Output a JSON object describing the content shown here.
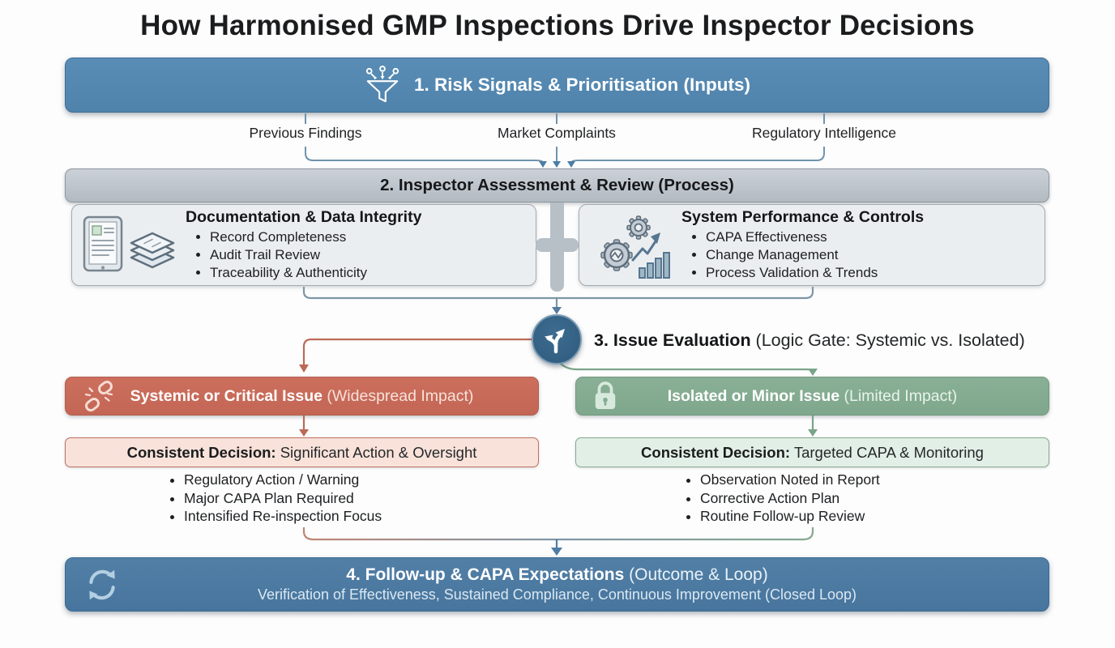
{
  "title": "How Harmonised GMP Inspections Drive Inspector Decisions",
  "colors": {
    "stage_blue": "#5389b2",
    "process_gray": "#bac2ca",
    "gate_navy": "#33617f",
    "systemic_red": "#c96b59",
    "systemic_light": "#f8e2da",
    "isolated_green": "#84ac91",
    "isolated_light": "#e2efe6",
    "loop_blue": "#4c7ea6",
    "connector_slate": "#7e96a6"
  },
  "icons": {
    "stage1": "funnel-icon",
    "stage2_left": "tablet-documents-icon",
    "stage2_right": "gears-growth-chart-icon",
    "stage3": "fork-arrows-icon",
    "systemic": "broken-chain-icon",
    "isolated": "padlock-icon",
    "stage4": "refresh-loop-icon"
  },
  "stage1": {
    "label": "1. Risk Signals & Prioritisation (Inputs)",
    "inputs": [
      "Previous Findings",
      "Market Complaints",
      "Regulatory Intelligence"
    ]
  },
  "stage2": {
    "label": "2. Inspector Assessment & Review (Process)",
    "left": {
      "title": "Documentation & Data Integrity",
      "bullets": [
        "Record Completeness",
        "Audit Trail Review",
        "Traceability & Authenticity"
      ]
    },
    "right": {
      "title": "System Performance & Controls",
      "bullets": [
        "CAPA Effectiveness",
        "Change Management",
        "Process Validation & Trends"
      ]
    }
  },
  "stage3": {
    "label_bold": "3. Issue Evaluation",
    "label_rest": " (Logic Gate: Systemic vs. Isolated)"
  },
  "branch_systemic": {
    "title_bold": "Systemic or Critical Issue",
    "title_rest": " (Widespread Impact)",
    "decision_bold": "Consistent Decision:",
    "decision_rest": " Significant Action & Oversight",
    "bullets": [
      "Regulatory Action / Warning",
      "Major CAPA Plan Required",
      "Intensified Re-inspection Focus"
    ]
  },
  "branch_isolated": {
    "title_bold": "Isolated or Minor Issue",
    "title_rest": " (Limited Impact)",
    "decision_bold": "Consistent Decision:",
    "decision_rest": " Targeted CAPA & Monitoring",
    "bullets": [
      "Observation Noted in Report",
      "Corrective Action Plan",
      "Routine Follow-up Review"
    ]
  },
  "stage4": {
    "line1_bold": "4. Follow-up & CAPA Expectations",
    "line1_rest": " (Outcome & Loop)",
    "line2": "Verification of Effectiveness, Sustained Compliance, Continuous Improvement (Closed Loop)"
  }
}
